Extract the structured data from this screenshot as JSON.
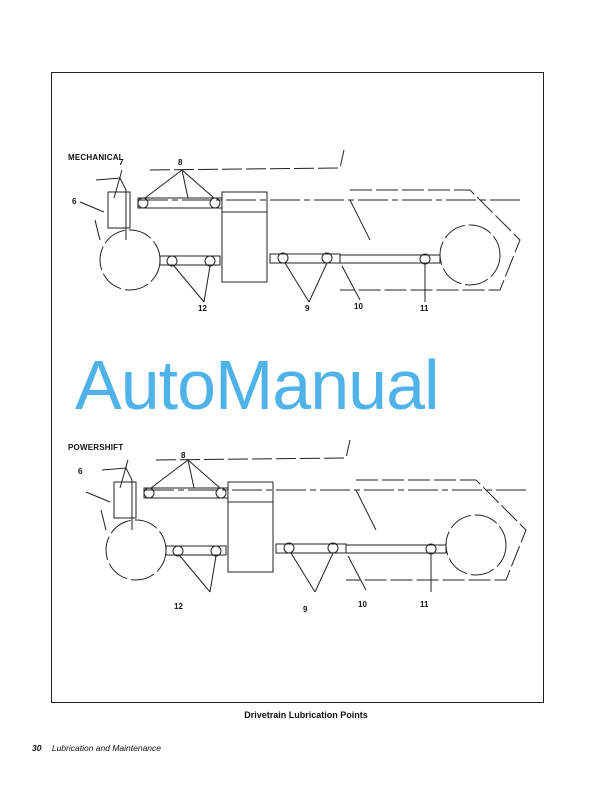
{
  "figure": {
    "mechanical": {
      "title": "MECHANICAL",
      "callouts": {
        "c6": "6",
        "c7": "7",
        "c8": "8",
        "c9": "9",
        "c10": "10",
        "c11": "11",
        "c12": "12"
      }
    },
    "powershift": {
      "title": "POWERSHIFT",
      "callouts": {
        "c6": "6",
        "c8": "8",
        "c9": "9",
        "c10": "10",
        "c11": "11",
        "c12": "12"
      }
    },
    "caption": "Drivetrain Lubrication Points"
  },
  "footer": {
    "page_number": "30",
    "section": "Lubrication and Maintenance"
  },
  "watermark": "AutoManual"
}
